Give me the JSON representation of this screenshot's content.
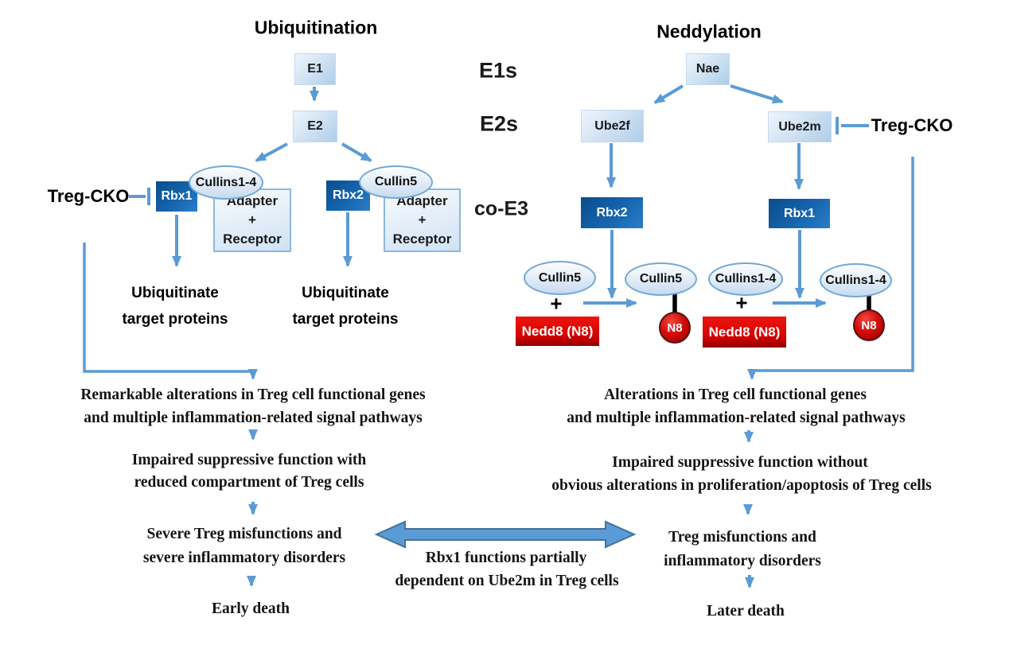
{
  "colors": {
    "accent_blue": "#5b9bd5",
    "arrow_border_blue": "#41719c",
    "dark_box_blue": "#0b4c8c",
    "nedd8_red": "#d60400",
    "stem_black": "#000000"
  },
  "ubiquitination": {
    "title": "Ubiquitination",
    "e1": "E1",
    "e2": "E2",
    "treg_cko": "Treg-CKO",
    "complex1": {
      "rbx": "Rbx1",
      "cullin": "Cullins1-4",
      "adapter": "Adapter",
      "plus": "+",
      "receptor": "Receptor"
    },
    "complex2": {
      "rbx": "Rbx2",
      "cullin": "Cullin5",
      "adapter": "Adapter",
      "plus": "+",
      "receptor": "Receptor"
    },
    "outcome1": {
      "line1": "Ubiquitinate",
      "line2": "target proteins"
    },
    "outcome2": {
      "line1": "Ubiquitinate",
      "line2": "target proteins"
    }
  },
  "neddylation": {
    "title": "Neddylation",
    "nae": "Nae",
    "ube2f": "Ube2f",
    "ube2m": "Ube2m",
    "treg_cko": "Treg-CKO",
    "rbx2": "Rbx2",
    "rbx1": "Rbx1",
    "reaction1": {
      "substrate": "Cullin5",
      "plus": "+",
      "nedd8": "Nedd8 (N8)",
      "product": "Cullin5",
      "n8": "N8"
    },
    "reaction2": {
      "substrate": "Cullins1-4",
      "plus": "+",
      "nedd8": "Nedd8 (N8)",
      "product": "Cullins1-4",
      "n8": "N8"
    }
  },
  "row_labels": {
    "e1s": "E1s",
    "e2s": "E2s",
    "co_e3": "co-E3"
  },
  "flows": {
    "left": {
      "step1": {
        "line1": "Remarkable alterations in Treg cell functional genes",
        "line2": "and multiple inflammation-related signal pathways"
      },
      "step2": {
        "line1": "Impaired suppressive function with",
        "line2": "reduced compartment of Treg cells"
      },
      "step3": {
        "line1": "Severe Treg misfunctions and",
        "line2": "severe inflammatory disorders"
      },
      "step4": {
        "line1": "Early death"
      }
    },
    "right": {
      "step1": {
        "line1": "Alterations in Treg cell functional genes",
        "line2": "and multiple inflammation-related signal pathways"
      },
      "step2": {
        "line1": "Impaired suppressive function without",
        "line2": "obvious alterations in proliferation/apoptosis of Treg cells"
      },
      "step3": {
        "line1": "Treg misfunctions and",
        "line2": "inflammatory disorders"
      },
      "step4": {
        "line1": "Later death"
      }
    },
    "center": {
      "line1": "Rbx1 functions partially",
      "line2": "dependent on Ube2m in Treg cells"
    }
  }
}
